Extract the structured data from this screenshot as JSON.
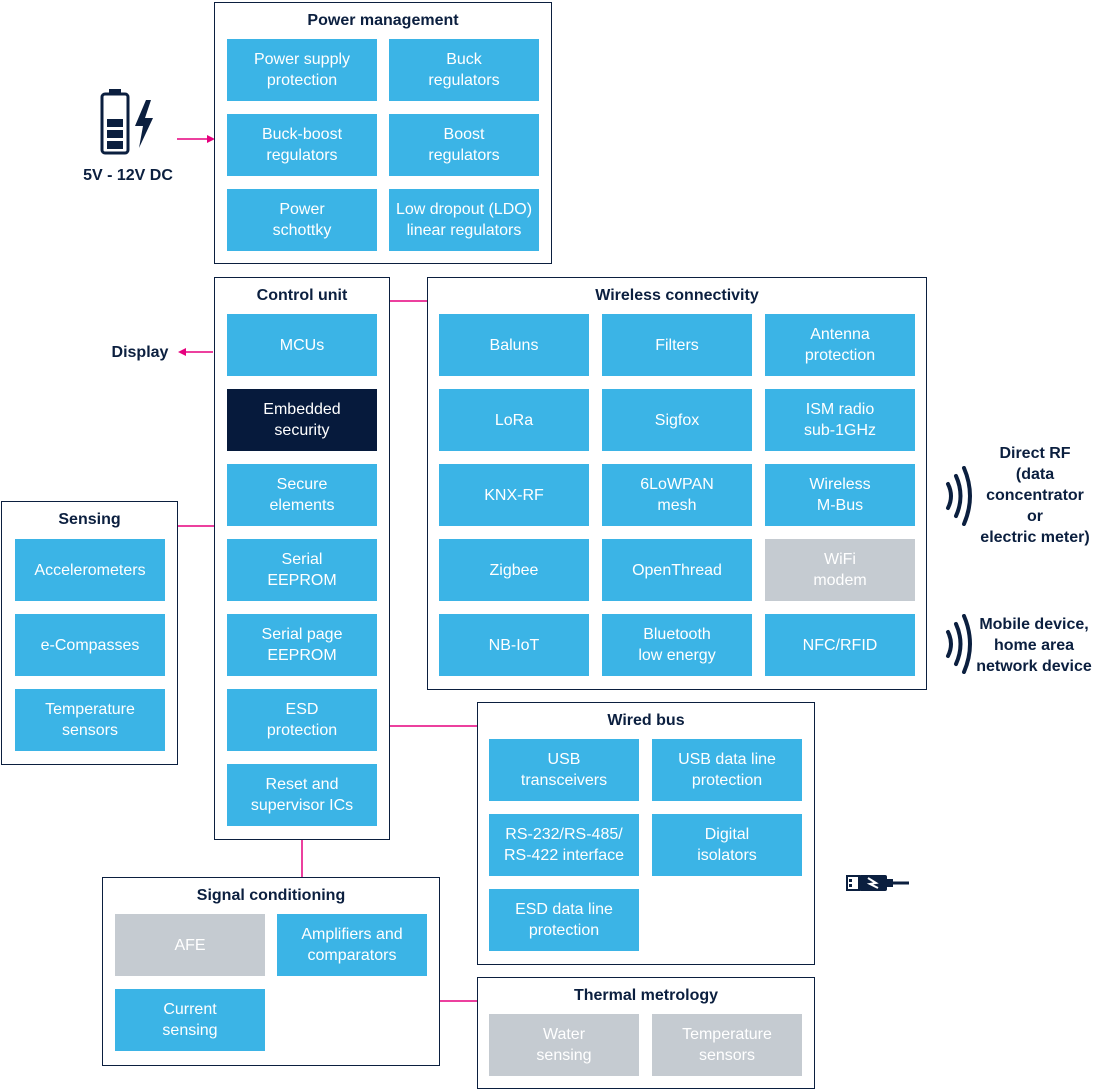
{
  "colors": {
    "block_blue": "#3bb4e6",
    "block_gray": "#c5cbd1",
    "block_dark": "#061a3c",
    "border": "#0b1f3f",
    "connector": "#e6007e"
  },
  "groups": {
    "power_management": {
      "title": "Power management",
      "blocks": [
        {
          "label": "Power supply\nprotection",
          "style": "blue"
        },
        {
          "label": "Buck\nregulators",
          "style": "blue"
        },
        {
          "label": "Buck-boost\nregulators",
          "style": "blue"
        },
        {
          "label": "Boost\nregulators",
          "style": "blue"
        },
        {
          "label": "Power\nschottky",
          "style": "blue"
        },
        {
          "label": "Low dropout (LDO)\nlinear regulators",
          "style": "blue"
        }
      ]
    },
    "control_unit": {
      "title": "Control unit",
      "blocks": [
        {
          "label": "MCUs",
          "style": "blue"
        },
        {
          "label": "Embedded\nsecurity",
          "style": "dark"
        },
        {
          "label": "Secure\nelements",
          "style": "blue"
        },
        {
          "label": "Serial\nEEPROM",
          "style": "blue"
        },
        {
          "label": "Serial page\nEEPROM",
          "style": "blue"
        },
        {
          "label": "ESD\nprotection",
          "style": "blue"
        },
        {
          "label": "Reset and\nsupervisor ICs",
          "style": "blue"
        }
      ]
    },
    "wireless_connectivity": {
      "title": "Wireless connectivity",
      "blocks": [
        {
          "label": "Baluns",
          "style": "blue"
        },
        {
          "label": "Filters",
          "style": "blue"
        },
        {
          "label": "Antenna\nprotection",
          "style": "blue"
        },
        {
          "label": "LoRa",
          "style": "blue"
        },
        {
          "label": "Sigfox",
          "style": "blue"
        },
        {
          "label": "ISM radio\nsub-1GHz",
          "style": "blue"
        },
        {
          "label": "KNX-RF",
          "style": "blue"
        },
        {
          "label": "6LoWPAN\nmesh",
          "style": "blue"
        },
        {
          "label": "Wireless\nM-Bus",
          "style": "blue"
        },
        {
          "label": "Zigbee",
          "style": "blue"
        },
        {
          "label": "OpenThread",
          "style": "blue"
        },
        {
          "label": "WiFi\nmodem",
          "style": "gray"
        },
        {
          "label": "NB-IoT",
          "style": "blue"
        },
        {
          "label": "Bluetooth\nlow energy",
          "style": "blue"
        },
        {
          "label": "NFC/RFID",
          "style": "blue"
        }
      ]
    },
    "sensing": {
      "title": "Sensing",
      "blocks": [
        {
          "label": "Accelerometers",
          "style": "blue"
        },
        {
          "label": "e-Compasses",
          "style": "blue"
        },
        {
          "label": "Temperature\nsensors",
          "style": "blue"
        }
      ]
    },
    "wired_bus": {
      "title": "Wired bus",
      "blocks": [
        {
          "label": "USB\ntransceivers",
          "style": "blue"
        },
        {
          "label": "USB data line\nprotection",
          "style": "blue"
        },
        {
          "label": "RS-232/RS-485/\nRS-422 interface",
          "style": "blue"
        },
        {
          "label": "Digital\nisolators",
          "style": "blue"
        },
        {
          "label": "ESD data line\nprotection",
          "style": "blue"
        }
      ]
    },
    "signal_conditioning": {
      "title": "Signal conditioning",
      "blocks": [
        {
          "label": "AFE",
          "style": "gray"
        },
        {
          "label": "Amplifiers and\ncomparators",
          "style": "blue"
        },
        {
          "label": "Current\nsensing",
          "style": "blue"
        }
      ]
    },
    "thermal_metrology": {
      "title": "Thermal metrology",
      "blocks": [
        {
          "label": "Water\nsensing",
          "style": "gray"
        },
        {
          "label": "Temperature\nsensors",
          "style": "gray"
        }
      ]
    }
  },
  "external": {
    "power_input": "5V - 12V DC",
    "display": "Display",
    "direct_rf": "Direct RF\n(data\nconcentrator\nor\nelectric meter)",
    "mobile_device": "Mobile device,\nhome area\nnetwork device"
  },
  "icons": {
    "battery": "battery-icon",
    "lightning": "lightning-icon",
    "wireless_waves": "wireless-waves-icon",
    "usb_cable": "usb-cable-icon"
  }
}
